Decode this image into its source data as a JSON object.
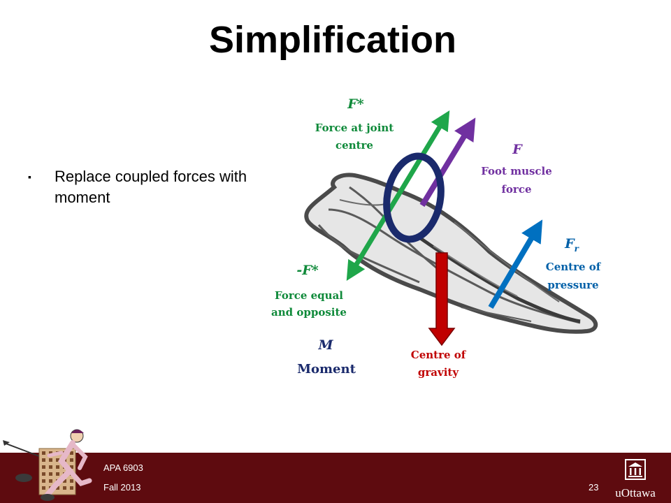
{
  "slide": {
    "title": "Simplification",
    "bullet": "Replace coupled forces with moment",
    "bullet_marker": "▪"
  },
  "diagram": {
    "labels": {
      "f_star": {
        "symbol": "F*",
        "text_line1": "Force at joint",
        "text_line2": "centre"
      },
      "f": {
        "symbol": "F",
        "text_line1": "Foot muscle",
        "text_line2": "force"
      },
      "f_r": {
        "symbol": "F",
        "subscript": "r",
        "text_line1": "Centre of",
        "text_line2": "pressure"
      },
      "neg_f_star": {
        "symbol": "-F*",
        "text_line1": "Force equal",
        "text_line2": "and opposite"
      },
      "m": {
        "symbol": "M",
        "text": "Moment"
      },
      "gravity": {
        "text_line1": "Centre of",
        "text_line2": "gravity"
      }
    },
    "colors": {
      "f_star_arrow": "#1fa64a",
      "f_arrow": "#7030a0",
      "f_r_arrow": "#0070c0",
      "gravity_arrow": "#c00000",
      "moment_ring": "#1a2a6c",
      "f_star_text": "#0f8a3a",
      "f_text": "#7030a0",
      "f_r_text": "#0060a8",
      "gravity_text": "#c00000",
      "moment_text": "#1a2a6c"
    }
  },
  "footer": {
    "course": "APA 6903",
    "term": "Fall 2013",
    "page_number": "23",
    "university": "uOttawa",
    "background": "#5e0b0f"
  }
}
